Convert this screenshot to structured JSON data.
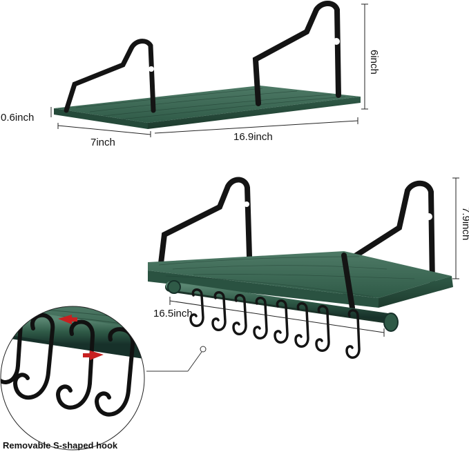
{
  "product": {
    "upper_shelf": {
      "dim_height": "6inch",
      "dim_thickness": "0.6inch",
      "dim_depth": "7inch",
      "dim_length": "16.9inch"
    },
    "lower_shelf": {
      "dim_height": "7.9inch",
      "dim_rail": "16.5inch",
      "hook_count": 8
    },
    "detail": {
      "caption": "Removable S-shaped hook"
    }
  },
  "colors": {
    "wood": "#2f5a47",
    "wood_dark": "#1f3e30",
    "wood_light": "#4f7a66",
    "metal": "#141414",
    "arrow": "#c82020",
    "dim_line": "#222222"
  }
}
